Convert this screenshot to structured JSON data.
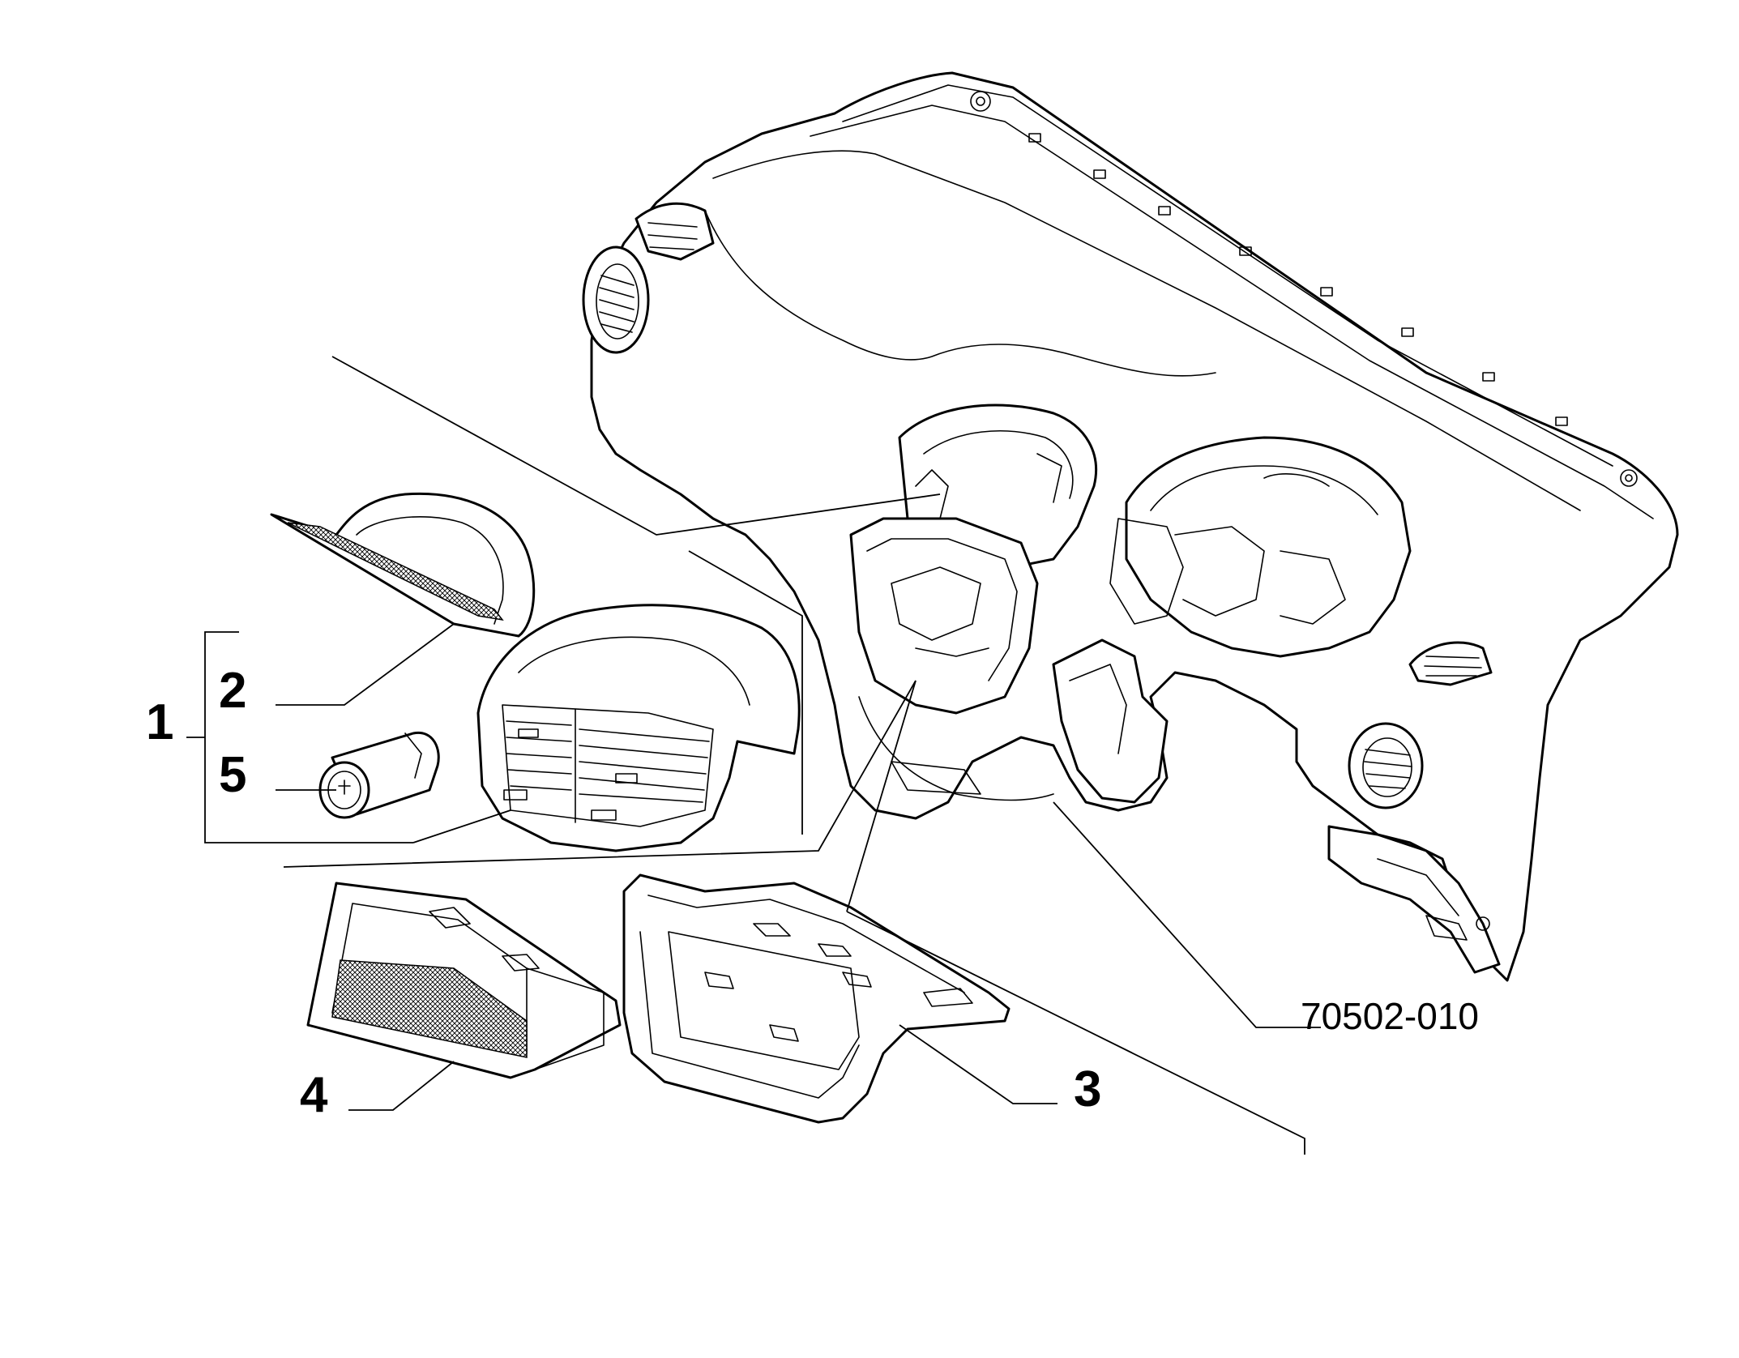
{
  "callouts": {
    "c1": "1",
    "c2": "2",
    "c3": "3",
    "c4": "4",
    "c5": "5"
  },
  "reference_code": "70502-010",
  "colors": {
    "line": "#000000",
    "background": "#ffffff"
  }
}
